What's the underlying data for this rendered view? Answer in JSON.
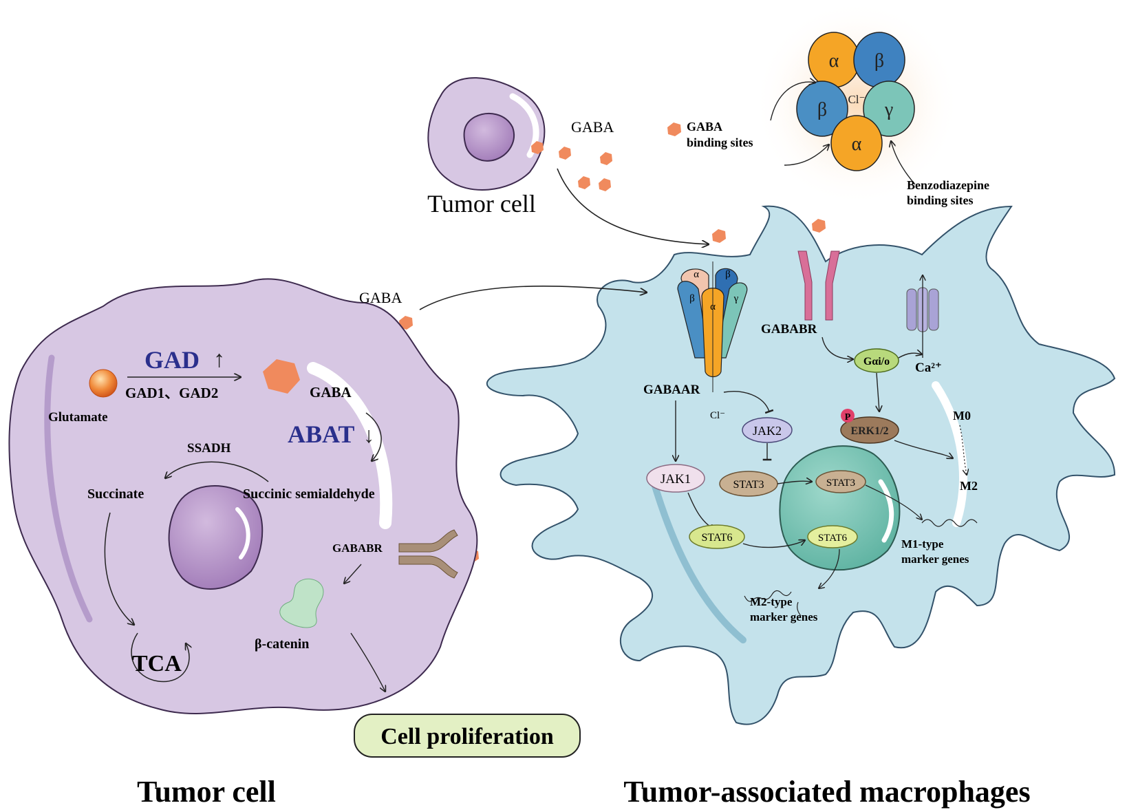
{
  "colors": {
    "tumor_body": "#d7c7e3",
    "tumor_outline": "#3d2a4e",
    "nucleus": "#b491c6",
    "macrophage_body": "#c4e2eb",
    "macrophage_outline": "#33526a",
    "gaba_hex": "#f08a5d",
    "enzyme_blue": "#2a2f8c",
    "alpha": "#f5a526",
    "beta": "#3f82c0",
    "gamma": "#7cc5b8",
    "gabab_receptor": "#d86f98",
    "galpha": "#b8d97c",
    "erk": "#9c7a5c",
    "stat3": "#c8b092",
    "stat6": "#d8e78e",
    "jak": "#c9c7ea",
    "prolif_box": "#e3f0c4"
  },
  "top_tumor": {
    "label": "Tumor cell",
    "gaba_label": "GABA"
  },
  "receptor_inset": {
    "legend_gaba": "GABA",
    "legend_gaba2": "binding sites",
    "benzo": "Benzodiazepine",
    "benzo2": "binding sites",
    "cl": "Cl⁻",
    "subunits": [
      "α",
      "β",
      "β",
      "γ",
      "α"
    ]
  },
  "tumor_cell": {
    "gaba_out": "GABA",
    "enzyme_gad": "GAD",
    "gad_arrow": "↑",
    "gad_isoforms": "GAD1、GAD2",
    "glutamate": "Glutamate",
    "gaba_in": "GABA",
    "enzyme_abat": "ABAT",
    "abat_arrow": "↓",
    "ssadh": "SSADH",
    "succinate": "Succinate",
    "semialdehyde": "Succinic semialdehyde",
    "gabab_r": "GABABR",
    "beta_catenin": "β-catenin",
    "tca": "TCA",
    "proliferation": "Cell proliferation",
    "title": "Tumor cell"
  },
  "macrophage": {
    "gabaa_r": "GABAAR",
    "cl": "Cl⁻",
    "gabab_r": "GABABR",
    "galpha": "Gαi/o",
    "ca": "Ca²⁺",
    "p": "P",
    "erk": "ERK1/2",
    "m0": "M0",
    "m2": "M2",
    "jak2": "JAK2",
    "jak1": "JAK1",
    "stat3_cyto": "STAT3",
    "stat3_nuc": "STAT3",
    "stat6_cyto": "STAT6",
    "stat6_nuc": "STAT6",
    "m1_genes": "M1-type",
    "m1_genes2": "marker genes",
    "m2_genes": "M2-type",
    "m2_genes2": "marker genes",
    "title": "Tumor-associated macrophages",
    "receptor_subunits": [
      "α",
      "β",
      "β",
      "α",
      "γ"
    ]
  }
}
